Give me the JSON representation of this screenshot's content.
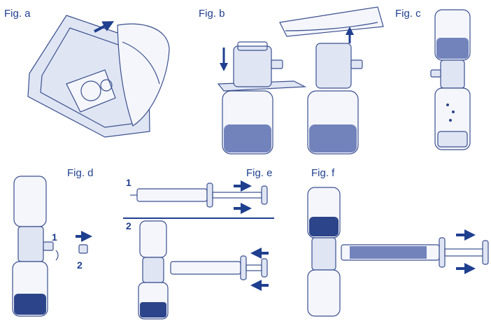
{
  "figures": {
    "a": {
      "label": "Fig. a"
    },
    "b": {
      "label": "Fig. b"
    },
    "c": {
      "label": "Fig. c"
    },
    "d": {
      "label": "Fig. d",
      "step1": "1",
      "step2": "2"
    },
    "e": {
      "label": "Fig. e",
      "step1": "1",
      "step2": "2"
    },
    "f": {
      "label": "Fig. f"
    }
  },
  "colors": {
    "ink": "#3a4f8f",
    "arrow": "#1f3f8f",
    "liquid": "#2c4489"
  }
}
